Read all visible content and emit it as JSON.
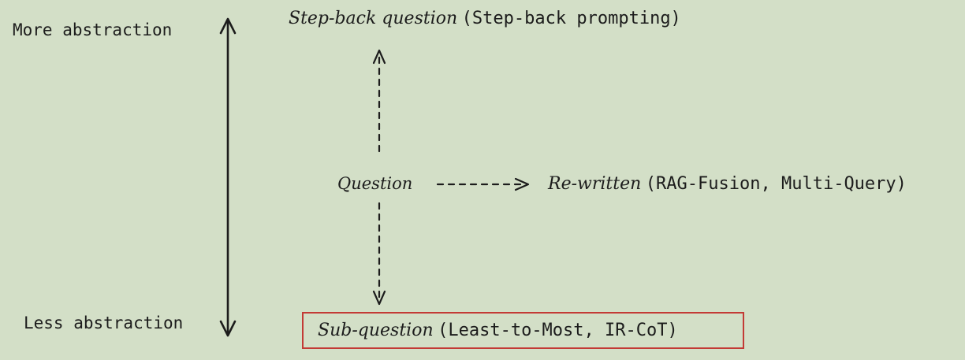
{
  "axis": {
    "top_label": "More abstraction",
    "bottom_label": "Less abstraction"
  },
  "stepback": {
    "title": "Step-back question",
    "methods": "(Step-back prompting)"
  },
  "center": {
    "label": "Question"
  },
  "rewritten": {
    "title": "Re-written",
    "methods": "(RAG-Fusion, Multi-Query)"
  },
  "subquestion": {
    "title": "Sub-question",
    "methods": "(Least-to-Most, IR-CoT)"
  },
  "colors": {
    "background": "#d3dfc7",
    "ink": "#1c1c1c",
    "highlight_box": "#c33a35"
  }
}
